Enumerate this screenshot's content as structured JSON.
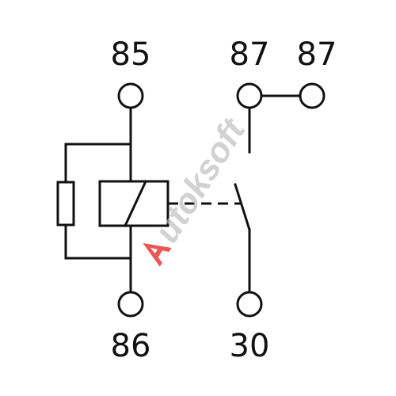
{
  "terminals": {
    "t85": "85",
    "t87a": "87",
    "t87b": "87",
    "t86": "86",
    "t30": "30"
  },
  "watermark": {
    "text": "Autoksoft"
  },
  "colors": {
    "line": "#111111",
    "background": "#ffffff",
    "watermark_red": "#e63a3a",
    "watermark_gray": "#bdbdbd"
  }
}
